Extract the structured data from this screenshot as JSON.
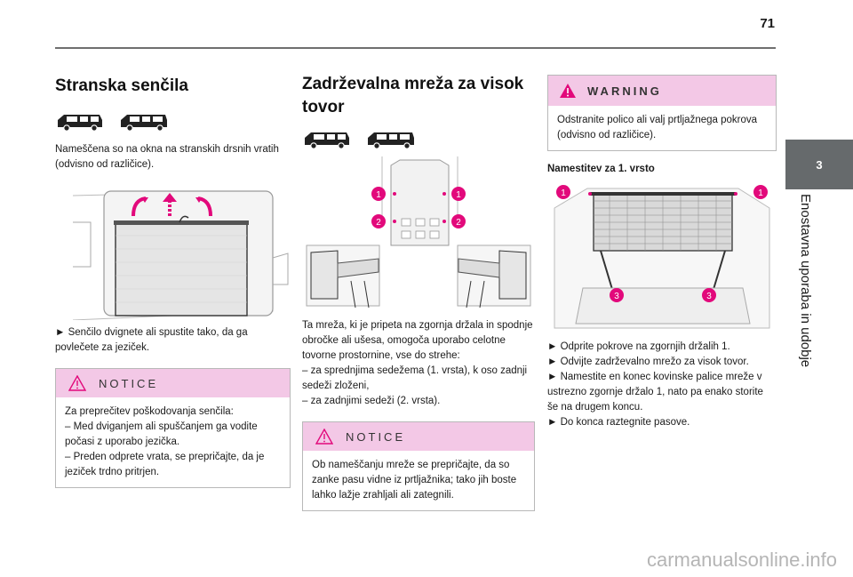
{
  "page_number": "71",
  "chapter": {
    "number": "3",
    "title": "Enostavna uporaba in udobje"
  },
  "col1": {
    "heading": "Stranska senčila",
    "intro": "Nameščena so na okna na stranskih drsnih vratih (odvisno od različice).",
    "instruction": "► Senčilo dvignete ali spustite tako, da ga povlečete za jeziček.",
    "notice": {
      "label": "NOTICE",
      "lines": [
        "Za preprečitev poškodovanja senčila:",
        "– Med dviganjem ali spuščanjem ga vodite počasi z uporabo jezička.",
        "– Preden odprete vrata, se prepričajte, da je jeziček trdno pritrjen."
      ]
    }
  },
  "col2": {
    "heading": "Zadrževalna mreža za visok tovor",
    "figure_labels": [
      "1",
      "1",
      "2",
      "2"
    ],
    "description": "Ta mreža, ki je pripeta na zgornja držala in spodnje obročke ali ušesa, omogoča uporabo celotne tovorne prostornine, vse do strehe:",
    "list": [
      "– za sprednjima sedežema (1. vrsta), k oso zadnji sedeži zloženi,",
      "– za zadnjimi sedeži (2. vrsta)."
    ],
    "notice": {
      "label": "NOTICE",
      "text": "Ob nameščanju mreže se prepričajte, da so zanke pasu vidne iz prtljažnika; tako jih boste lahko lažje zrahljali ali zategnili."
    }
  },
  "col3": {
    "warning": {
      "label": "WARNING",
      "text": "Odstranite polico ali valj prtljažnega pokrova (odvisno od različice)."
    },
    "subheading": "Namestitev za 1. vrsto",
    "figure_labels": [
      "1",
      "1",
      "3",
      "3"
    ],
    "steps": [
      "► Odprite pokrove na zgornjih držalih 1.",
      "► Odvijte zadrževalno mrežo za visok tovor.",
      "► Namestite en konec kovinske palice mreže v ustrezno zgornje držalo 1, nato pa enako storite še na drugem koncu.",
      "► Do konca raztegnite pasove."
    ]
  },
  "watermark": "carmanualsonline.info",
  "colors": {
    "accent_magenta": "#e2097b",
    "notice_bg": "#f3c8e6",
    "chapter_tab": "#666a6c"
  }
}
